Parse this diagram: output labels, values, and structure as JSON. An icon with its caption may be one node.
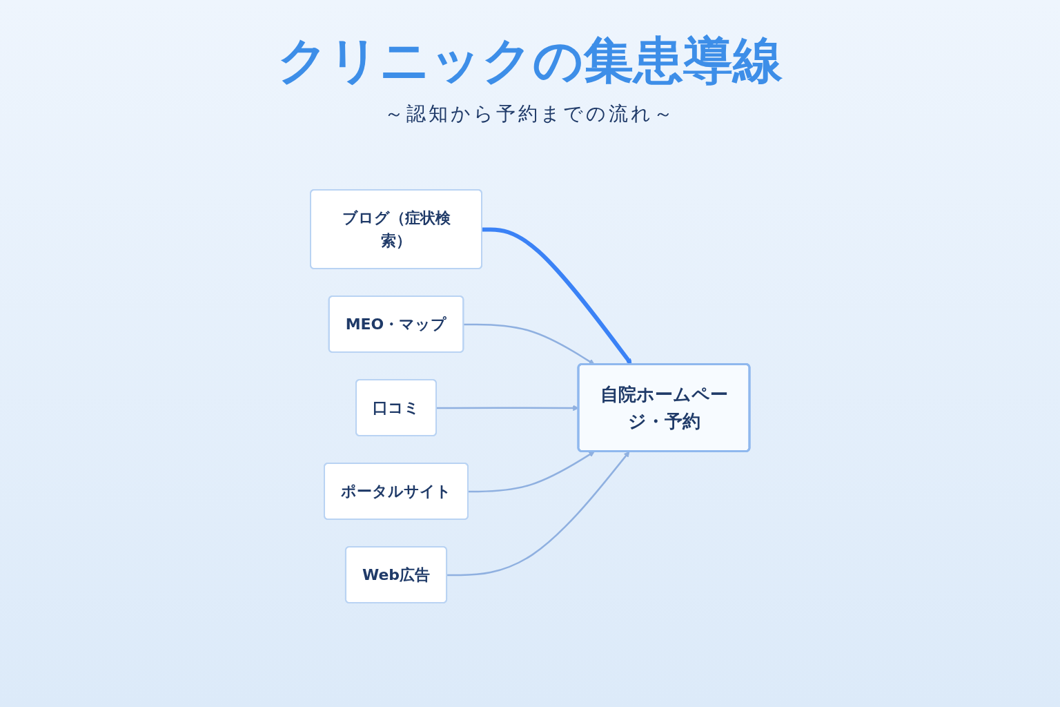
{
  "diagram": {
    "title": "クリニックの集患導線",
    "nodes": [
      {
        "text": [
          "ブログ（症状検索）"
        ]
      },
      {
        "text": [
          "自院ホームページ・予約"
        ]
      },
      {
        "text": [
          "MEO・マップ"
        ]
      },
      {
        "text": [
          "口コミ"
        ]
      },
      {
        "text": [
          "ポータルサイト"
        ]
      },
      {
        "text": [
          "Web広告"
        ]
      }
    ],
    "edges": [
      {
        "from": 0,
        "to": 1,
        "arrow": "to",
        "style": "thick",
        "color": "#3b82f6"
      },
      {
        "from": 2,
        "to": 1,
        "arrow": "to"
      },
      {
        "from": 3,
        "to": 1,
        "arrow": "to"
      },
      {
        "from": 4,
        "to": 1,
        "arrow": "to"
      },
      {
        "from": 5,
        "to": 1,
        "arrow": "to"
      }
    ],
    "labels": [
      "～認知から予約までの流れ～"
    ]
  }
}
